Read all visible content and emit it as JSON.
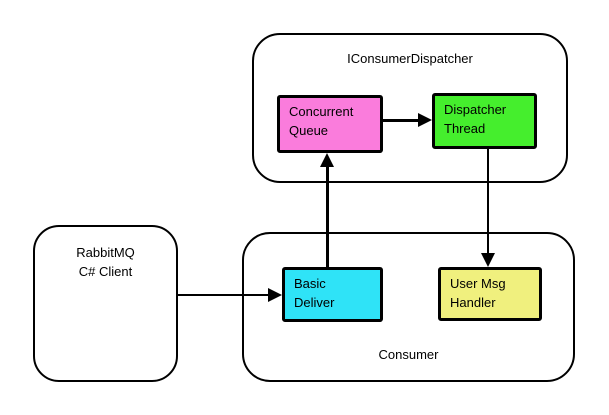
{
  "diagram": {
    "background": "#FFFFFF",
    "line_color": "#000000",
    "containers": {
      "dispatcher": {
        "label": "IConsumerDispatcher"
      },
      "consumer": {
        "label": "Consumer"
      },
      "client": {
        "label": "RabbitMQ\nC# Client"
      }
    },
    "nodes": {
      "concurrent_queue": {
        "label": "Concurrent\nQueue",
        "fill": "#FA7CDC"
      },
      "dispatcher_thread": {
        "label": "Dispatcher\nThread",
        "fill": "#45EE2D"
      },
      "basic_deliver": {
        "label": "Basic\nDeliver",
        "fill": "#2FE3F7"
      },
      "user_msg_handler": {
        "label": "User Msg\nHandler",
        "fill": "#F0F07E"
      }
    },
    "edges": [
      {
        "from": "RabbitMQ C# Client",
        "to": "Basic Deliver",
        "direction": "right"
      },
      {
        "from": "Basic Deliver",
        "to": "Concurrent Queue",
        "direction": "up"
      },
      {
        "from": "Concurrent Queue",
        "to": "Dispatcher Thread",
        "direction": "right"
      },
      {
        "from": "Dispatcher Thread",
        "to": "User Msg Handler",
        "direction": "down"
      }
    ]
  }
}
